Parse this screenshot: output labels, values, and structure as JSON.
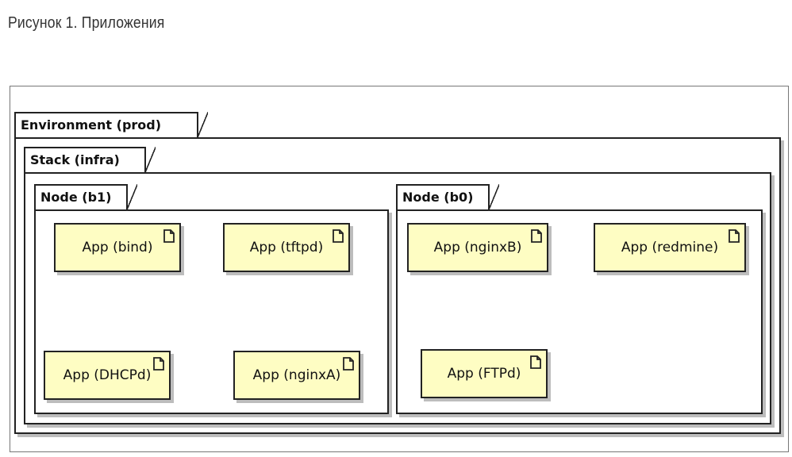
{
  "caption": "Рисунок 1. Приложения",
  "environment": {
    "label": "Environment (prod)"
  },
  "stack": {
    "label": "Stack (infra)"
  },
  "nodes": [
    {
      "label": "Node (b1)",
      "apps": [
        "App (bind)",
        "App (tftpd)",
        "App (DHCPd)",
        "App (nginxA)"
      ]
    },
    {
      "label": "Node (b0)",
      "apps": [
        "App (nginxB)",
        "App (redmine)",
        "App (FTPd)"
      ]
    }
  ],
  "colors": {
    "app_fill": "#fefdc3",
    "border": "#222222",
    "shadow": "#bdbdbd"
  },
  "icons": {
    "app_icon": "document-icon"
  }
}
